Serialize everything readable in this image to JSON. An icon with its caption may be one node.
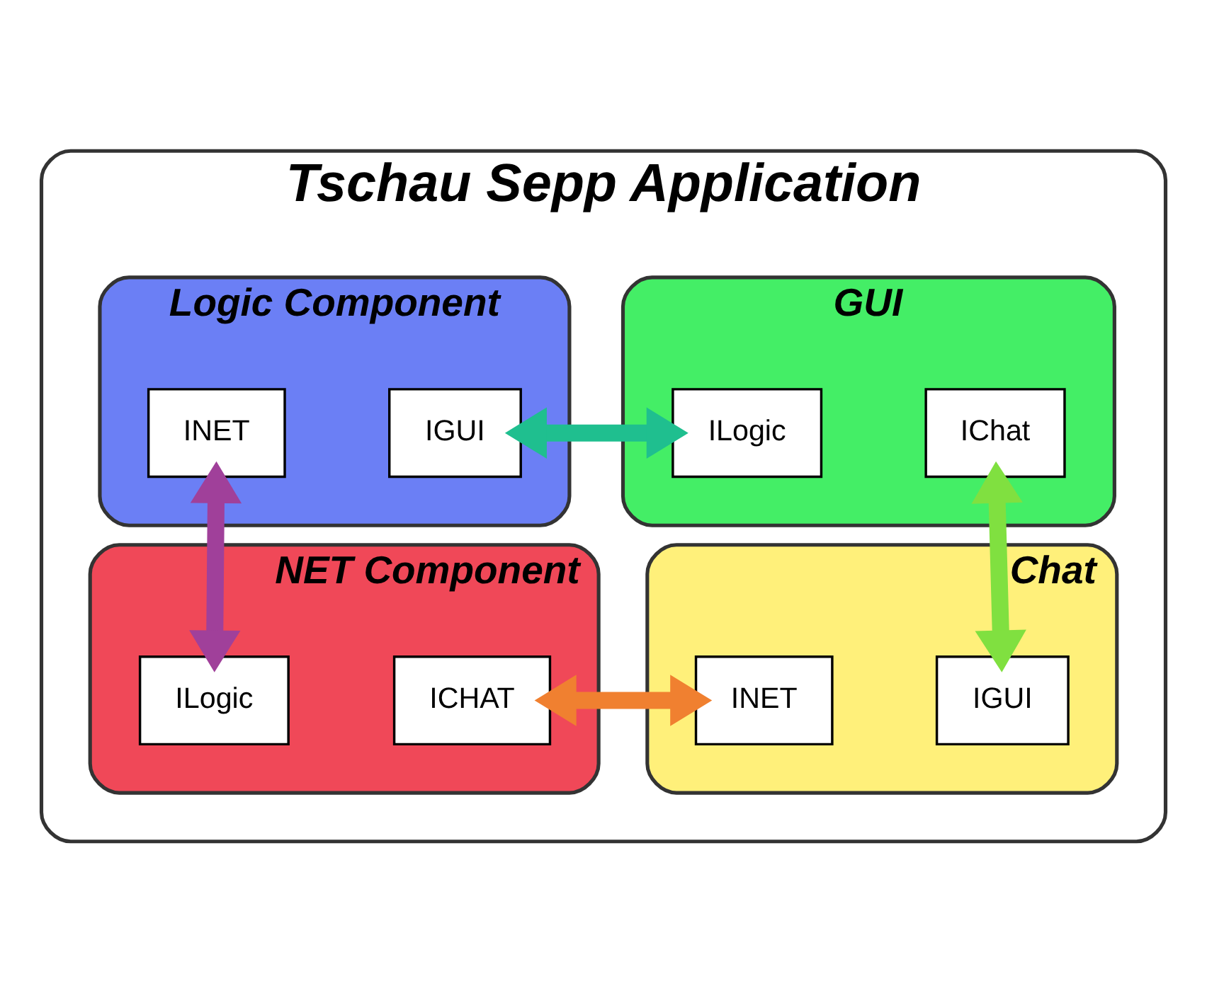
{
  "diagram": {
    "nodes": [
      {
        "text": [
          "Tschau Sepp Application"
        ]
      },
      {
        "text": [
          "Logic Component"
        ],
        "in": 0
      },
      {
        "text": [
          "IGUI"
        ],
        "in": 1
      },
      {
        "text": [
          "INET"
        ],
        "in": 1
      },
      {
        "text": [
          "GUI"
        ],
        "in": 0
      },
      {
        "text": [
          "ILogic"
        ],
        "in": 4
      },
      {
        "text": [
          "IChat"
        ],
        "in": 4
      },
      {
        "text": [
          "NET Component"
        ],
        "in": 0
      },
      {
        "text": [
          "ILogic"
        ],
        "in": 7
      },
      {
        "text": [
          "ICHAT"
        ],
        "in": 7
      },
      {
        "text": [
          "Chat"
        ],
        "in": 0
      },
      {
        "text": [
          "INET"
        ],
        "in": 10
      },
      {
        "text": [
          "IGUI"
        ],
        "in": 10
      }
    ],
    "edges": [
      {
        "from": 2,
        "to": 5,
        "arrow": "both",
        "color": "#1fbf8f"
      },
      {
        "from": 3,
        "to": 8,
        "arrow": "both",
        "color": "#a0409a"
      },
      {
        "from": 6,
        "to": 12,
        "arrow": "both",
        "color": "#80e040"
      },
      {
        "from": 9,
        "to": 11,
        "arrow": "both",
        "color": "#f08030"
      }
    ]
  }
}
